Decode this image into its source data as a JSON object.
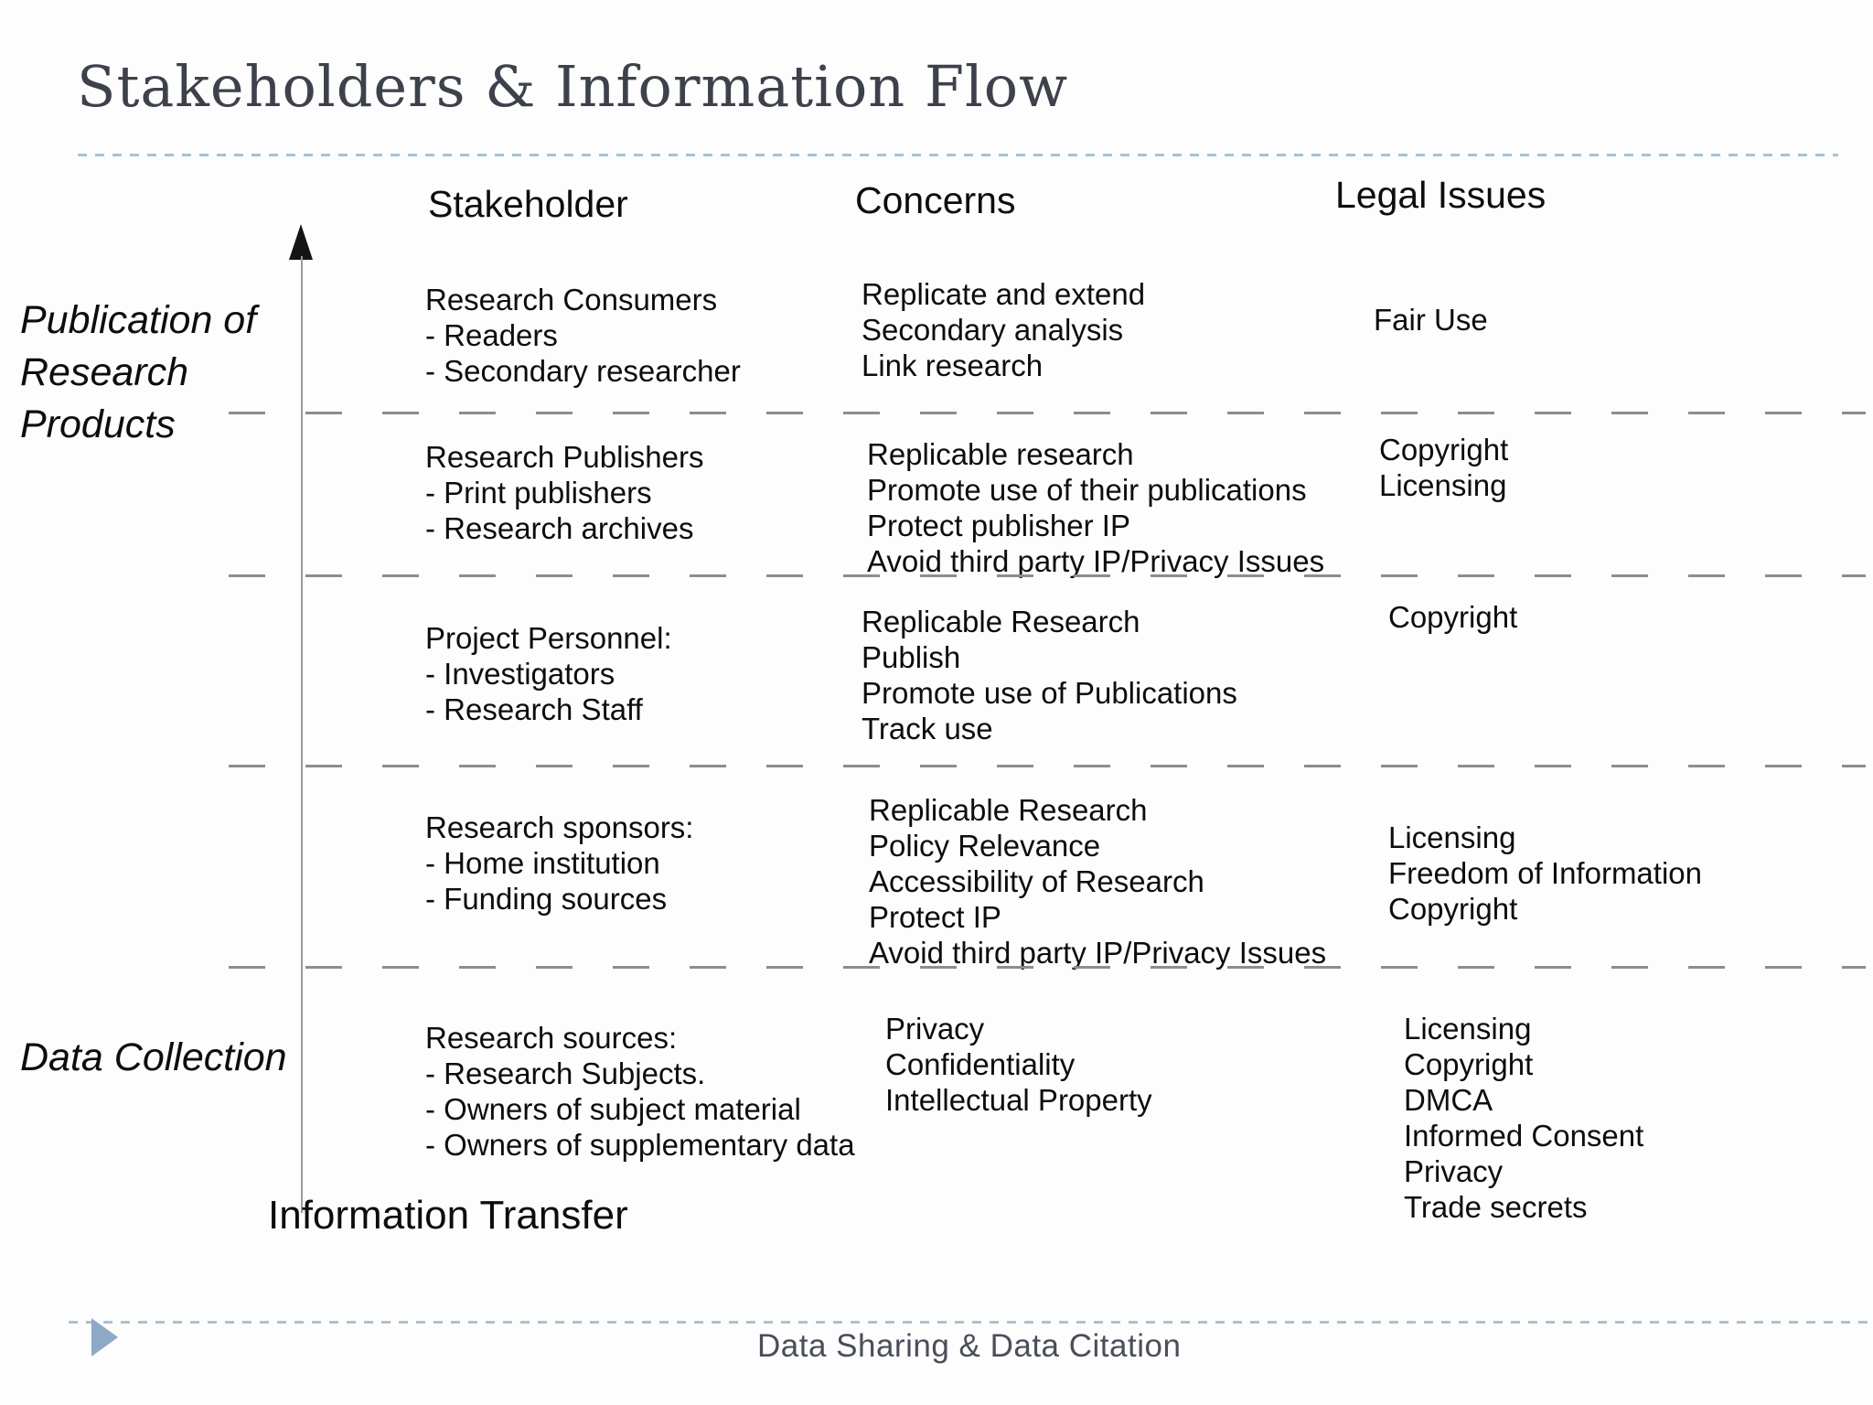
{
  "slide": {
    "title": "Stakeholders & Information Flow",
    "footer": "Data Sharing & Data Citation",
    "axis_arrow_label": "Information Transfer",
    "colors": {
      "background": "#fdfdfd",
      "title_text": "#3d414b",
      "body_text": "#0d0d0d",
      "blue_dashed_rule": "#a9c2d2",
      "gray_row_separator": "#8d8d8d",
      "arrow_shaft": "#9b9b9b",
      "arrow_head": "#141414",
      "footer_triangle": "#8da9c6",
      "footer_text": "#4a4e59"
    }
  },
  "icons": {
    "up_arrow": "information-transfer direction arrow pointing up",
    "footer_bullet": "right-pointing triangle bullet"
  },
  "columns": [
    "Stakeholder",
    "Concerns",
    "Legal Issues"
  ],
  "left_labels": {
    "top": "Publication of\nResearch\nProducts",
    "bottom": "Data Collection"
  },
  "rows": [
    {
      "stakeholder": "Research Consumers\n- Readers\n- Secondary researcher",
      "concerns": "Replicate and extend\nSecondary analysis\nLink research",
      "legal": "Fair Use"
    },
    {
      "stakeholder": "Research Publishers\n- Print publishers\n- Research archives",
      "concerns": "Replicable research\nPromote use of their publications\nProtect publisher IP\nAvoid third party IP/Privacy Issues",
      "legal": "Copyright\nLicensing"
    },
    {
      "stakeholder": "Project Personnel:\n- Investigators\n- Research Staff",
      "concerns": "Replicable Research\nPublish\nPromote use of Publications\nTrack use",
      "legal": "Copyright"
    },
    {
      "stakeholder": "Research sponsors:\n- Home institution\n- Funding sources",
      "concerns": "Replicable Research\nPolicy Relevance\nAccessibility of Research\nProtect IP\nAvoid third party IP/Privacy Issues",
      "legal": "Licensing\nFreedom of Information\nCopyright"
    },
    {
      "stakeholder": "Research sources:\n- Research Subjects.\n- Owners of subject material\n- Owners of supplementary data",
      "concerns": "Privacy\nConfidentiality\nIntellectual Property",
      "legal": "Licensing\nCopyright\nDMCA\nInformed Consent\nPrivacy\nTrade secrets"
    }
  ]
}
